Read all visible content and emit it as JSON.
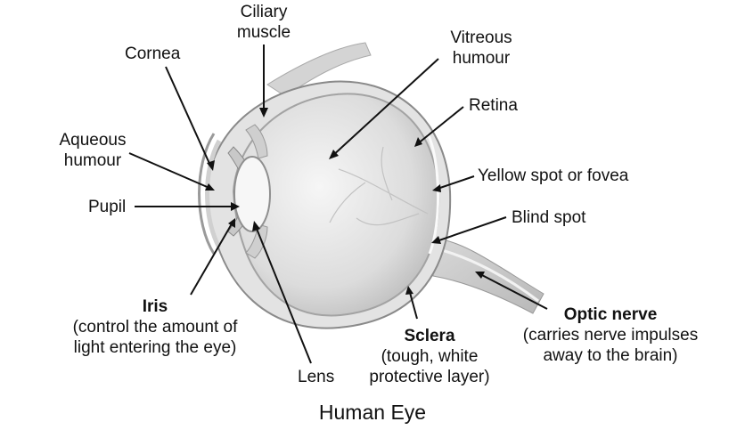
{
  "labels": {
    "ciliary_muscle": [
      "Ciliary",
      "muscle"
    ],
    "cornea": "Cornea",
    "vitreous_humour": [
      "Vitreous",
      "humour"
    ],
    "retina": "Retina",
    "aqueous_humour": [
      "Aqueous",
      "humour"
    ],
    "yellow_spot": "Yellow spot or fovea",
    "pupil": "Pupil",
    "blind_spot": "Blind spot",
    "iris": {
      "name": "Iris",
      "desc": [
        "(control the amount of",
        "light entering the eye)"
      ]
    },
    "optic_nerve": {
      "name": "Optic nerve",
      "desc": [
        "(carries nerve impulses",
        "away to the brain)"
      ]
    },
    "sclera": {
      "name": "Sclera",
      "desc": [
        "(tough, white",
        "protective layer)"
      ]
    },
    "lens": "Lens"
  },
  "caption": "Human Eye",
  "colors": {
    "ink": "#111111",
    "eye_shade": "#c9c9c9",
    "eye_light": "#efefef"
  }
}
